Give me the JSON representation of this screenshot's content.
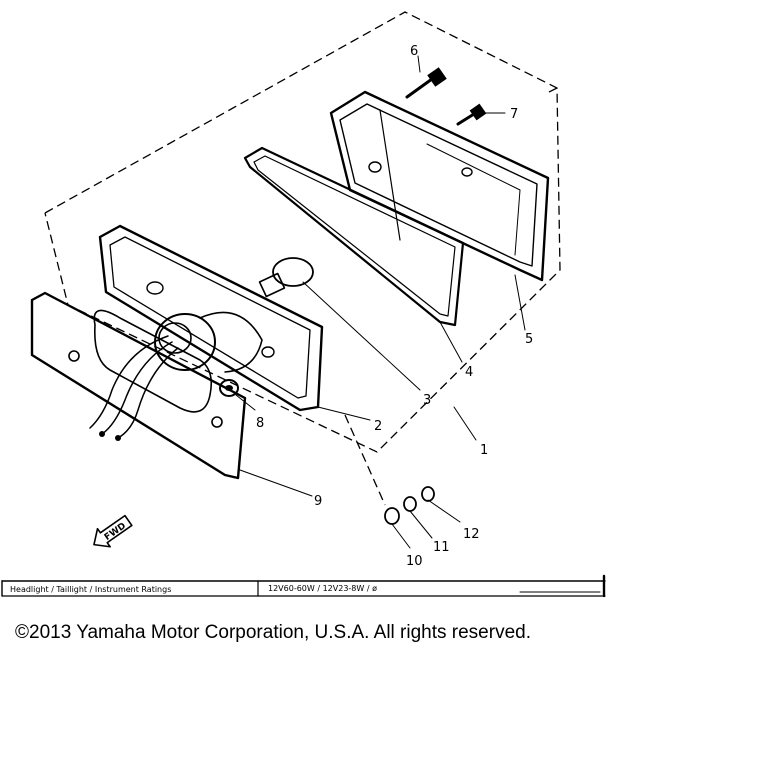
{
  "callouts": {
    "c1": "1",
    "c2": "2",
    "c3": "3",
    "c4": "4",
    "c5": "5",
    "c6": "6",
    "c7": "7",
    "c8": "8",
    "c9": "9",
    "c10": "10",
    "c11": "11",
    "c12": "12"
  },
  "fwd_label": "FWD",
  "ratings": {
    "label": "Headlight / Taillight / Instrument Ratings",
    "value": "12V60-60W / 12V23-8W / ø"
  },
  "copyright": "©2013 Yamaha Motor Corporation, U.S.A. All rights reserved."
}
